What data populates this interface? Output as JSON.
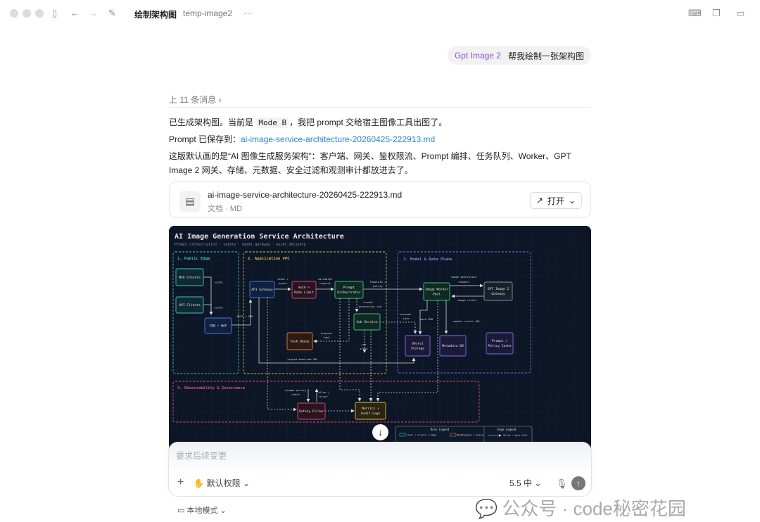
{
  "window": {
    "title": "绘制架构图",
    "subtitle": "temp-image2",
    "more": "···"
  },
  "user_message": {
    "tag": "Gpt Image 2",
    "text": "帮我绘制一张架构图"
  },
  "previous_messages": "上 11 条消息",
  "reply": {
    "line1_pre": "已生成架构图。当前是 ",
    "mode": "Mode B",
    "line1_post": "，我把 prompt 交给宿主图像工具出图了。",
    "line2_pre": "Prompt 已保存到：",
    "line2_link": "ai-image-service-architecture-20260425-222913.md",
    "line3": "这版默认画的是“AI 图像生成服务架构”：客户端、网关、鉴权限流、Prompt 编排、任务队列、Worker、GPT Image 2 网关、存储、元数据、安全过滤和观测审计都放进去了。"
  },
  "file_card": {
    "name": "ai-image-service-architecture-20260425-222913.md",
    "meta": "文档 · MD",
    "open_label": "打开"
  },
  "diagram": {
    "title": "AI Image Generation Service Architecture",
    "subtitle": "Prompt orchestration · safety · model gateway · asset delivery",
    "groups": [
      "1. Public Edge",
      "2. Application VPC",
      "3. Model & Data Plane",
      "4. Observability & Governance"
    ],
    "nodes": {
      "web": "Web Console",
      "api": "API Clients",
      "cdn": "CDN + WAF",
      "gw": "API Gateway",
      "auth1": "Auth +",
      "auth2": "Rate Limit",
      "po1": "Prompt",
      "po2": "Orchestrator",
      "job": "Job Service",
      "tq": "Task Queue",
      "iwp1": "Image Worker",
      "iwp2": "Pool",
      "gpt1": "GPT Image 2",
      "gpt2": "Gateway",
      "os1": "Object",
      "os2": "Storage",
      "md": "Metadata DB",
      "pc1": "Prompt /",
      "pc2": "Policy Cache",
      "sf": "Safety Filter",
      "ma1": "Metrics +",
      "ma2": "Audit Logs"
    },
    "edges": {
      "https1": "HTTPS",
      "https2": "HTTPS",
      "rest": "REST / SDK",
      "tq1": "token +",
      "tq2": "quota",
      "vr1": "validated",
      "vr2": "request",
      "tp1": "template +",
      "tp2": "policy",
      "ig1": "image generation",
      "ig2": "request",
      "ir": "image result",
      "cj1": "create",
      "cj2": "generation job",
      "ct1": "consume",
      "ct2": "task",
      "png": "save PNG",
      "url": "update result URL",
      "eq1": "enqueue",
      "eq2": "task",
      "js1": "job",
      "js2": "state",
      "sdu": "signed download URL",
      "pp1": "prompt policy",
      "pp2": "check",
      "ab1": "allow /",
      "ab2": "block"
    },
    "legend": {
      "role_title": "Role Legend",
      "edge_title": "Edge Legend",
      "r1": "User / Client / Edge",
      "r2": "Middleware / Queue",
      "e1": "Solid = Sync Call"
    }
  },
  "composer": {
    "placeholder": "要求后续变更",
    "permission": "默认权限",
    "model": "5.5 中"
  },
  "footer": {
    "mode": "本地模式"
  },
  "watermark": "公众号 · code秘密花园"
}
